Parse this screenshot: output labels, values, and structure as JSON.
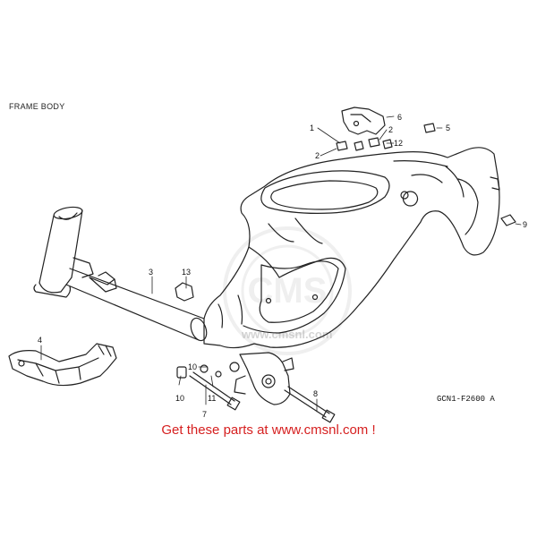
{
  "title": "FRAME BODY",
  "diagram_code": "GCN1-F2600 A",
  "watermark": "CMS",
  "watermark_url": "www.cmsnl.com",
  "promo": {
    "text_before": "Get these parts at ",
    "link_text": "www.cmsnl.com",
    "text_after": " !"
  },
  "callouts": [
    "1",
    "2",
    "2",
    "3",
    "4",
    "5",
    "6",
    "7",
    "8",
    "9",
    "10",
    "10",
    "11",
    "12",
    "13"
  ]
}
